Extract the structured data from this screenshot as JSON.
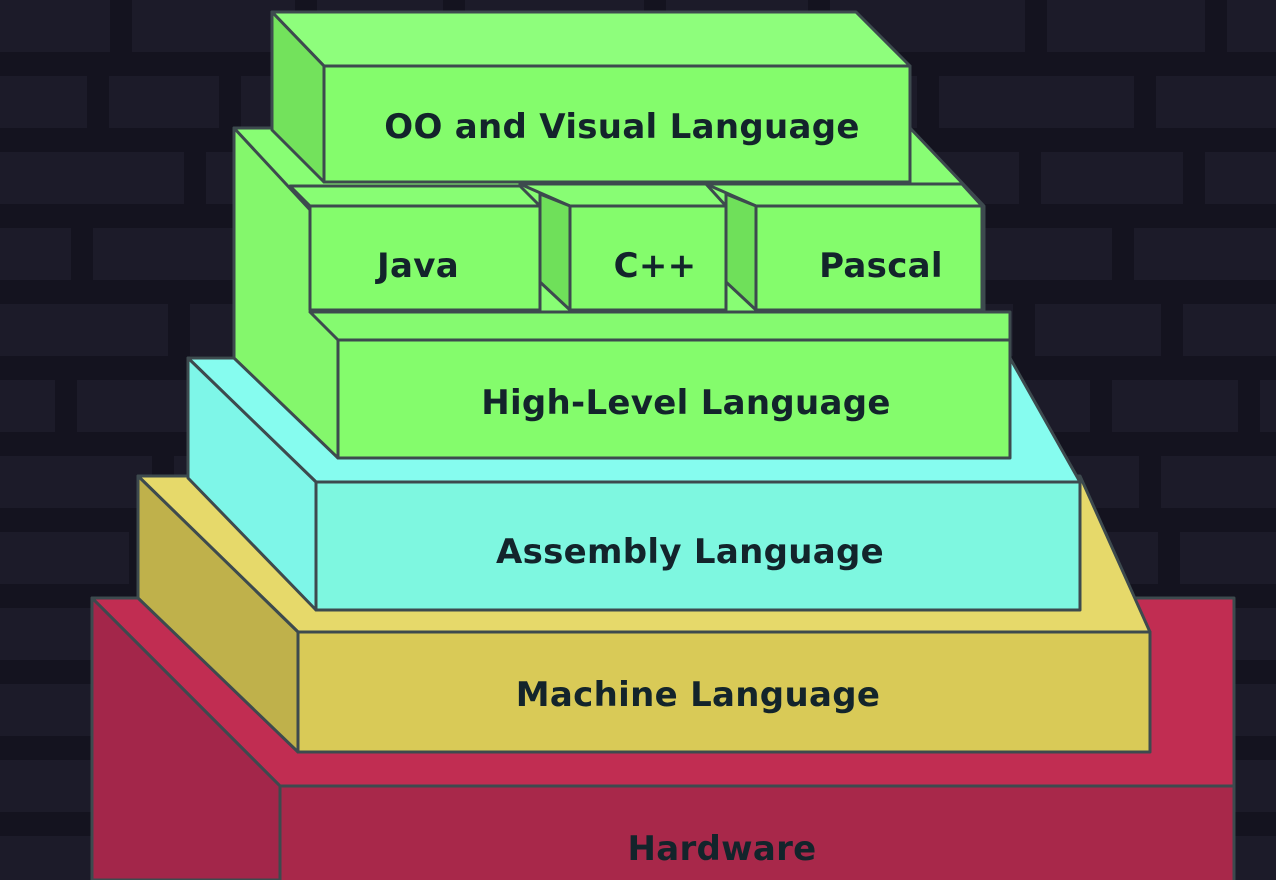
{
  "diagram": {
    "title": "Language abstraction stack",
    "layers": [
      {
        "id": "hardware",
        "label": "Hardware",
        "color": "#b52a4c"
      },
      {
        "id": "machine",
        "label": "Machine Language",
        "color": "#dccd59"
      },
      {
        "id": "assembly",
        "label": "Assembly Language",
        "color": "#80f8e0"
      },
      {
        "id": "high-level",
        "label": "High-Level Language",
        "color": "#84fc6c"
      },
      {
        "id": "java",
        "label": "Java",
        "color": "#84fc6c"
      },
      {
        "id": "cpp",
        "label": "C++",
        "color": "#84fc6c"
      },
      {
        "id": "pascal",
        "label": "Pascal",
        "color": "#84fc6c"
      },
      {
        "id": "oo-visual",
        "label": "OO and Visual Language",
        "color": "#84fc6c"
      }
    ]
  },
  "background": {
    "color": "#14131f",
    "brick_color": "#1c1b29"
  }
}
